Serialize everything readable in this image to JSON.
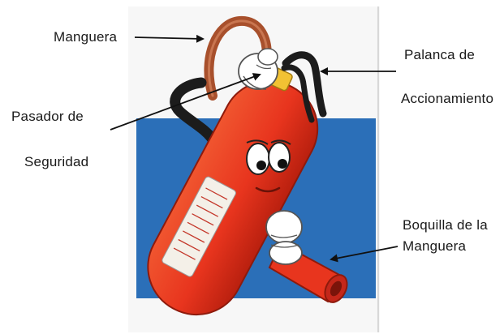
{
  "labels": {
    "manguera": "Manguera",
    "palanca_line1": "Palanca de",
    "palanca_line2": "Accionamiento",
    "pasador_line1": "Pasador de",
    "pasador_line2": "Seguridad",
    "boquilla_line1": "Boquilla de la",
    "boquilla_line2": "Manguera"
  },
  "colors": {
    "blue_panel": "#2b6fb8",
    "extinguisher_red": "#e8351e",
    "hose_brown": "#a8502c",
    "lever_black": "#1c1c1c",
    "arrow": "#111111"
  }
}
